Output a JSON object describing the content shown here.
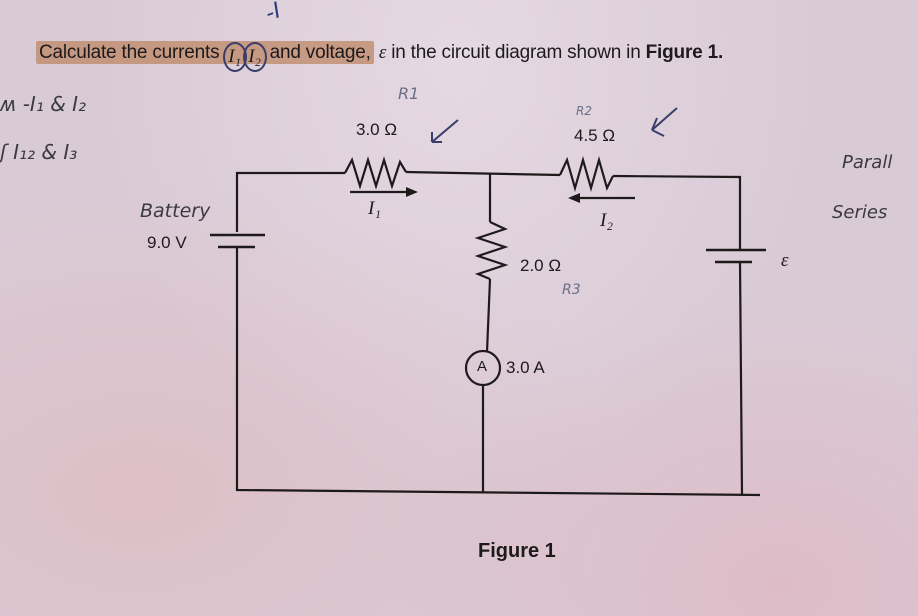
{
  "question": {
    "prefix": "Calculate the currents",
    "i1": "I₁",
    "i2": "I₂",
    "middle": " and voltage,",
    "epsilon": "ε",
    "suffix_pre": " in the circuit diagram shown in ",
    "figure_ref": "Figure 1."
  },
  "circuit": {
    "battery_voltage": "9.0 V",
    "r1_value": "3.0 Ω",
    "r2_value": "4.5 Ω",
    "r3_value": "2.0 Ω",
    "current_i1": "I₁",
    "current_i2": "I₂",
    "ammeter_symbol": "A",
    "ammeter_reading": "3.0 A",
    "emf_label": "ε"
  },
  "figure_caption": "Figure 1",
  "annotations": {
    "top_mark": "-I",
    "note_line1": "ʍ -I₁ & I₂",
    "note_line2": "ʃ I₁₂ & I₃",
    "battery": "Battery",
    "r1": "R1",
    "r2": "R2",
    "r3": "R3",
    "parallel": "Parall",
    "series": "Series"
  }
}
